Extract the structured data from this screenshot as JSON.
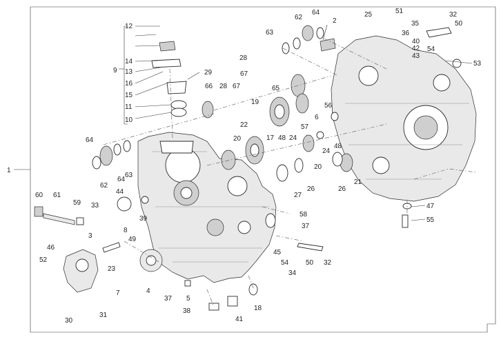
{
  "diagram": {
    "type": "exploded-parts-diagram",
    "callouts": [
      {
        "id": "c1",
        "label": "1"
      },
      {
        "id": "c2",
        "label": "2"
      },
      {
        "id": "c3",
        "label": "3"
      },
      {
        "id": "c4",
        "label": "4"
      },
      {
        "id": "c5",
        "label": "5"
      },
      {
        "id": "c6",
        "label": "6"
      },
      {
        "id": "c7",
        "label": "7"
      },
      {
        "id": "c8",
        "label": "8"
      },
      {
        "id": "c9",
        "label": "9"
      },
      {
        "id": "c10",
        "label": "10"
      },
      {
        "id": "c11",
        "label": "11"
      },
      {
        "id": "c12",
        "label": "12"
      },
      {
        "id": "c13",
        "label": "13"
      },
      {
        "id": "c14",
        "label": "14"
      },
      {
        "id": "c15",
        "label": "15"
      },
      {
        "id": "c16",
        "label": "16"
      },
      {
        "id": "c17",
        "label": "17"
      },
      {
        "id": "c18",
        "label": "18"
      },
      {
        "id": "c19",
        "label": "19"
      },
      {
        "id": "c20a",
        "label": "20"
      },
      {
        "id": "c20b",
        "label": "20"
      },
      {
        "id": "c21",
        "label": "21"
      },
      {
        "id": "c22",
        "label": "22"
      },
      {
        "id": "c23",
        "label": "23"
      },
      {
        "id": "c24a",
        "label": "24"
      },
      {
        "id": "c24b",
        "label": "24"
      },
      {
        "id": "c25",
        "label": "25"
      },
      {
        "id": "c26a",
        "label": "26"
      },
      {
        "id": "c26b",
        "label": "26"
      },
      {
        "id": "c27",
        "label": "27"
      },
      {
        "id": "c28a",
        "label": "28"
      },
      {
        "id": "c28b",
        "label": "28"
      },
      {
        "id": "c29",
        "label": "29"
      },
      {
        "id": "c30",
        "label": "30"
      },
      {
        "id": "c31",
        "label": "31"
      },
      {
        "id": "c32a",
        "label": "32"
      },
      {
        "id": "c32b",
        "label": "32"
      },
      {
        "id": "c33",
        "label": "33"
      },
      {
        "id": "c34",
        "label": "34"
      },
      {
        "id": "c35",
        "label": "35"
      },
      {
        "id": "c36",
        "label": "36"
      },
      {
        "id": "c37a",
        "label": "37"
      },
      {
        "id": "c37b",
        "label": "37"
      },
      {
        "id": "c38",
        "label": "38"
      },
      {
        "id": "c39",
        "label": "39"
      },
      {
        "id": "c40",
        "label": "40"
      },
      {
        "id": "c41",
        "label": "41"
      },
      {
        "id": "c42",
        "label": "42"
      },
      {
        "id": "c43",
        "label": "43"
      },
      {
        "id": "c44",
        "label": "44"
      },
      {
        "id": "c45",
        "label": "45"
      },
      {
        "id": "c46",
        "label": "46"
      },
      {
        "id": "c47",
        "label": "47"
      },
      {
        "id": "c48a",
        "label": "48"
      },
      {
        "id": "c48b",
        "label": "48"
      },
      {
        "id": "c49",
        "label": "49"
      },
      {
        "id": "c50a",
        "label": "50"
      },
      {
        "id": "c50b",
        "label": "50"
      },
      {
        "id": "c51",
        "label": "51"
      },
      {
        "id": "c52",
        "label": "52"
      },
      {
        "id": "c53",
        "label": "53"
      },
      {
        "id": "c54a",
        "label": "54"
      },
      {
        "id": "c54b",
        "label": "54"
      },
      {
        "id": "c55",
        "label": "55"
      },
      {
        "id": "c56",
        "label": "56"
      },
      {
        "id": "c57",
        "label": "57"
      },
      {
        "id": "c58",
        "label": "58"
      },
      {
        "id": "c59",
        "label": "59"
      },
      {
        "id": "c60",
        "label": "60"
      },
      {
        "id": "c61",
        "label": "61"
      },
      {
        "id": "c62a",
        "label": "62"
      },
      {
        "id": "c62b",
        "label": "62"
      },
      {
        "id": "c63a",
        "label": "63"
      },
      {
        "id": "c63b",
        "label": "63"
      },
      {
        "id": "c64a",
        "label": "64"
      },
      {
        "id": "c64b",
        "label": "64"
      },
      {
        "id": "c64c",
        "label": "64"
      },
      {
        "id": "c65",
        "label": "65"
      },
      {
        "id": "c66",
        "label": "66"
      },
      {
        "id": "c67a",
        "label": "67"
      },
      {
        "id": "c67b",
        "label": "67"
      }
    ]
  }
}
